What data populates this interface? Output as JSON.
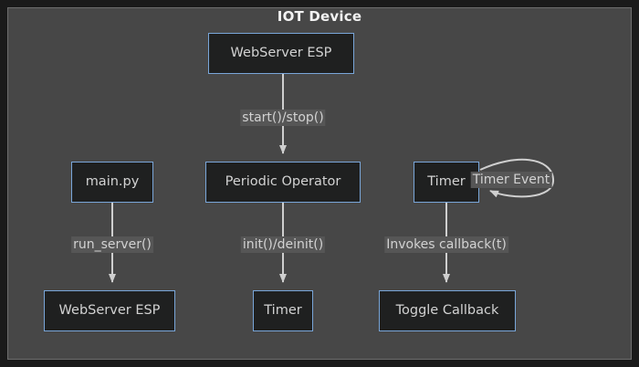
{
  "diagram": {
    "title": "IOT Device",
    "type": "flowchart",
    "colors": {
      "outer_frame": "#1a1a1a",
      "panel_background": "#474747",
      "panel_border": "#6e6e6e",
      "node_fill": "#1f2020",
      "node_border": "#79a6d9",
      "node_text": "#d2d2d2",
      "title_text": "#f2f2f2",
      "edge_stroke": "#cfcfcf",
      "edge_label_background": "#565656",
      "edge_label_text": "#d2d2d2"
    },
    "nodes": [
      {
        "id": "webserver-top",
        "label": "WebServer ESP"
      },
      {
        "id": "mainpy",
        "label": "main.py"
      },
      {
        "id": "periodic",
        "label": "Periodic Operator"
      },
      {
        "id": "timer-right",
        "label": "Timer"
      },
      {
        "id": "webserver-bottom",
        "label": "WebServer ESP"
      },
      {
        "id": "timer-bottom",
        "label": "Timer"
      },
      {
        "id": "toggle",
        "label": "Toggle Callback"
      }
    ],
    "edges": [
      {
        "id": "e1",
        "from": "webserver-top",
        "to": "periodic",
        "label": "start()/stop()"
      },
      {
        "id": "e2",
        "from": "mainpy",
        "to": "webserver-bottom",
        "label": "run_server()"
      },
      {
        "id": "e3",
        "from": "periodic",
        "to": "timer-bottom",
        "label": "init()/deinit()"
      },
      {
        "id": "e4",
        "from": "timer-right",
        "to": "toggle",
        "label": "Invokes callback(t)"
      },
      {
        "id": "e5",
        "from": "timer-right",
        "to": "timer-right",
        "label": "Timer Event",
        "self_loop": true
      }
    ]
  }
}
